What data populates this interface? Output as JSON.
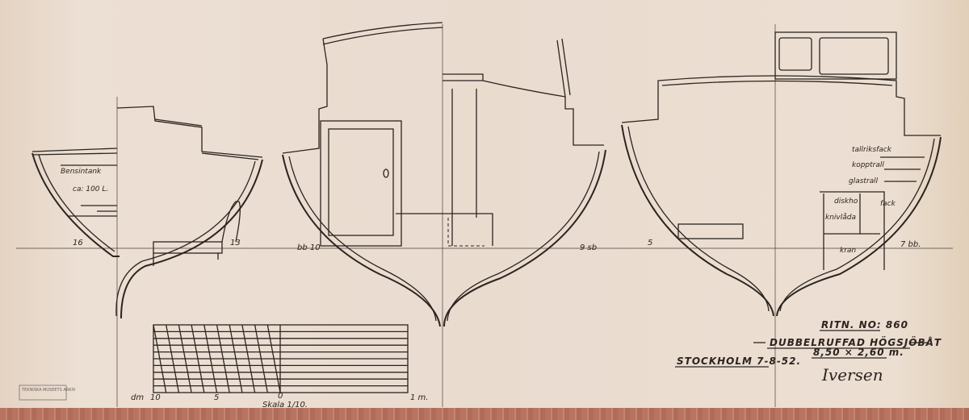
{
  "title_block": {
    "drawing_number": "RITN. NO: 860",
    "title": "DUBBELRUFFAD HÖGSJÖBÅT",
    "dimensions": "8,50 × 2,60 m.",
    "place_date": "STOCKHOLM 7-8-52.",
    "signature": "Iversen"
  },
  "left_section": {
    "tank_label": "Bensintank",
    "tank_capacity": "ca: 100 L.",
    "frame_left": "16",
    "frame_right": "13"
  },
  "middle_section": {
    "frame_left": "bb 10",
    "frame_right": "9 sb"
  },
  "right_section": {
    "frame_left": "5",
    "frame_right": "7 bb.",
    "labels": [
      "tallriksfack",
      "kopptrall",
      "glastrall",
      "diskho",
      "fack",
      "knivlåda",
      "kran"
    ]
  },
  "scale_bar": {
    "unit_left": "dm",
    "tick_10": "10",
    "tick_5": "5",
    "tick_0": "0",
    "unit_right": "1 m.",
    "scale_label": "Skala 1/10."
  },
  "stamp": {
    "text": "TEKNISKA MUSEETS ARKIV"
  },
  "colors": {
    "paper": "#e8dbcf",
    "ink": "#2b2420",
    "strip": "#b87460"
  }
}
